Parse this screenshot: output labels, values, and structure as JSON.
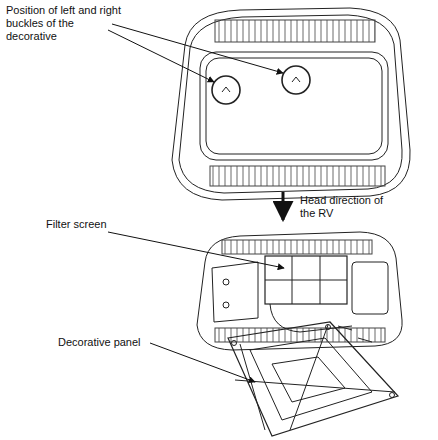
{
  "diagram": {
    "labels": [
      "Position of left and right buckles of the decorative",
      "Head direction of the RV",
      "Filter screen",
      "Decorative panel"
    ]
  }
}
